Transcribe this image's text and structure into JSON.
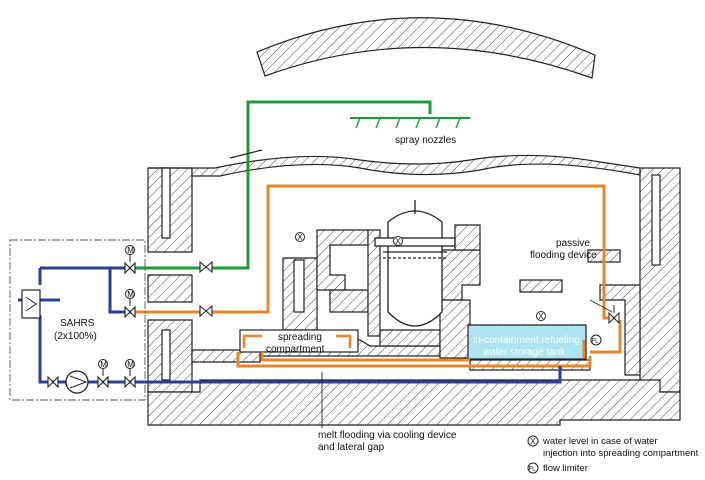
{
  "labels": {
    "spray_nozzles": "spray nozzles",
    "passive_flooding_line1": "passive",
    "passive_flooding_line2": "flooding device",
    "sahrs_line1": "SAHRS",
    "sahrs_line2": "(2x100%)",
    "spreading_line1": "spreading",
    "spreading_line2": "compartment",
    "tank_line1": "in-containment refueling",
    "tank_line2": "water storage tank",
    "melt_line1": "melt flooding via cooling device",
    "melt_line2": "and lateral gap"
  },
  "legend": [
    {
      "symbol": "X",
      "line1": "water level in case of water",
      "line2": "injection into spreading compartment"
    },
    {
      "symbol": "FL",
      "line1": "flow limiter",
      "line2": ""
    }
  ],
  "symbols": {
    "motor": "M",
    "water_level": "X",
    "flow_limiter": "FL"
  },
  "colors": {
    "green_line": "#1e9a3a",
    "orange_line": "#e8872a",
    "blue_line": "#2b3f97",
    "tank_fill": "#aee3f2",
    "hatch": "#333333"
  }
}
